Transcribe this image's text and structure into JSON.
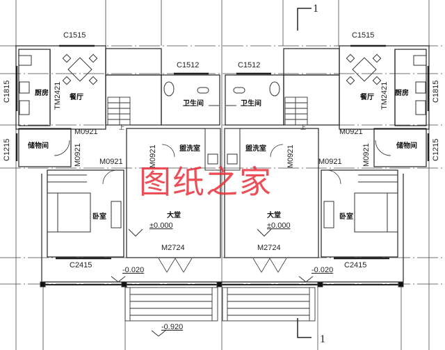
{
  "drawing": {
    "type": "floor-plan",
    "watermark": "图纸之家",
    "watermark_color": "#e8323c",
    "section_marker": "1",
    "left_unit": {
      "windows": {
        "top": "C1515",
        "left_kitchen": "C1815",
        "left_storage": "C1215",
        "bathroom": "C1512",
        "bedroom": "C2415"
      },
      "doors": {
        "dining_slide": "TM2421",
        "stair_door": "M0921",
        "storage_door": "M0921",
        "bedroom_door": "M0921",
        "laundry_door": "M0921",
        "main_door": "M2724"
      },
      "rooms": {
        "kitchen": "厨房",
        "dining": "餐厅",
        "bathroom": "卫生间",
        "storage": "储物间",
        "laundry": "盥洗室",
        "bedroom": "卧室",
        "hall": "大堂"
      },
      "stair_label": "上",
      "levels": {
        "hall": "±0.000",
        "porch": "-0.020",
        "ground": "-0.920"
      }
    },
    "right_unit": {
      "windows": {
        "top": "C1515",
        "right_kitchen": "C1815",
        "right_storage": "C1215",
        "bathroom": "C1512",
        "bedroom": "C2415"
      },
      "doors": {
        "dining_slide": "TM2421",
        "stair_door": "M0921",
        "storage_door": "M0921",
        "bedroom_door": "M0921",
        "laundry_door": "M0921",
        "main_door": "M2724"
      },
      "rooms": {
        "kitchen": "厨房",
        "dining": "餐厅",
        "bathroom": "卫生间",
        "storage": "储物间",
        "laundry": "盥洗室",
        "bedroom": "卧室",
        "hall": "大堂"
      },
      "stair_label": "上",
      "levels": {
        "hall": "±0.000",
        "porch": "-0.020"
      }
    }
  }
}
